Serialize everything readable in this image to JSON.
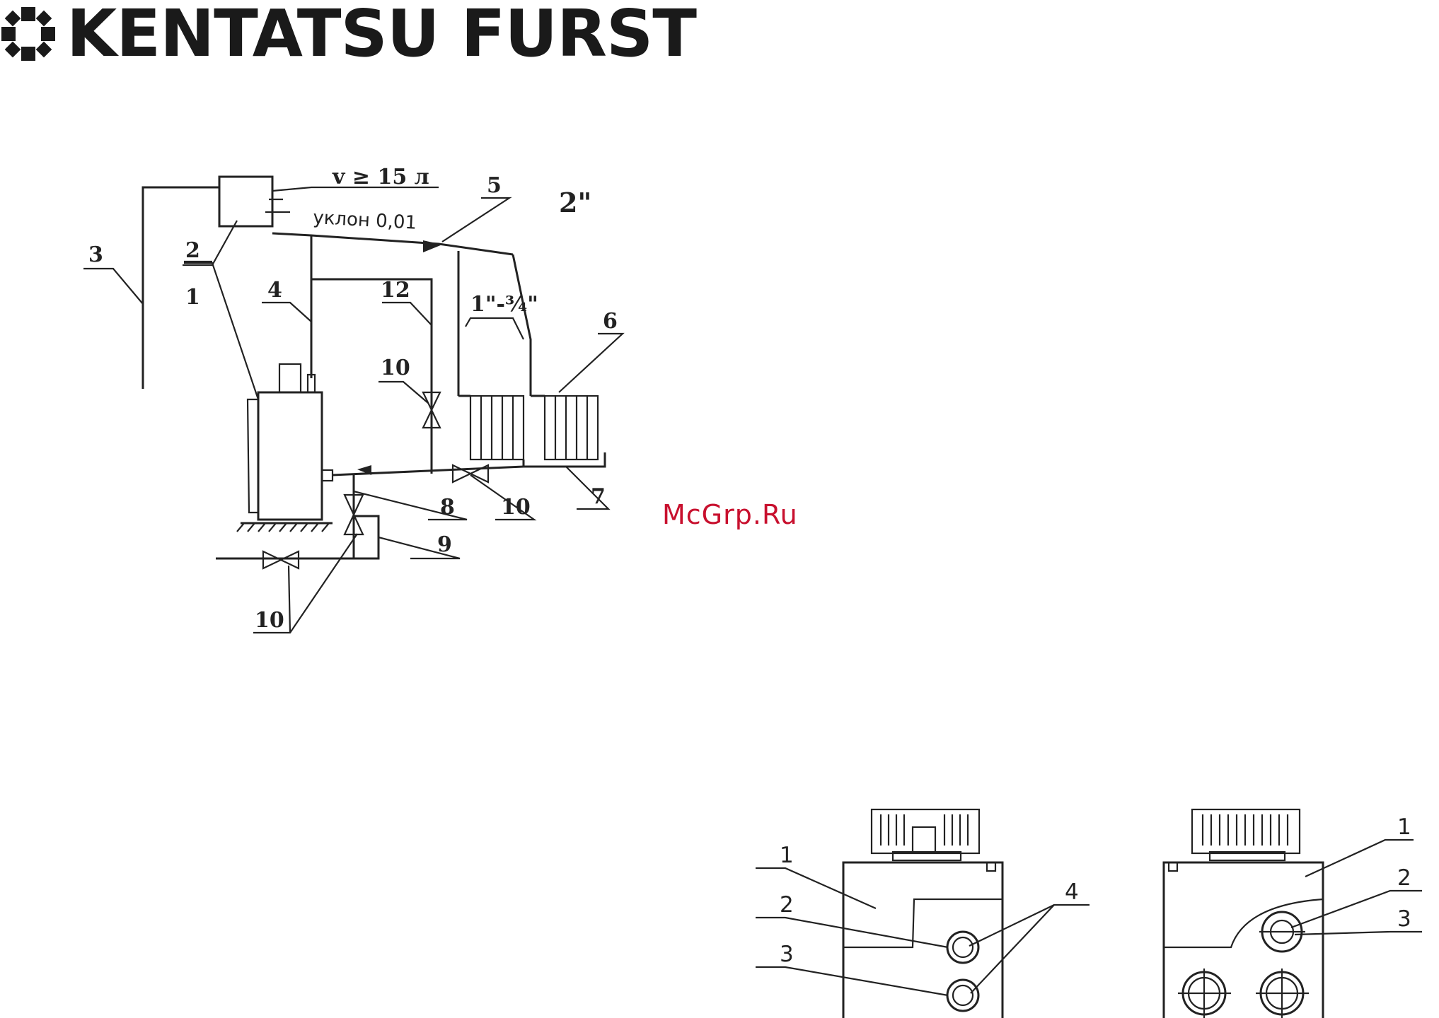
{
  "logo": {
    "text": "KENTATSU FURST",
    "icon": "kentatsu-flower-icon"
  },
  "watermark": {
    "text": "McGrp.Ru",
    "color": "#c8102e"
  },
  "scheme": {
    "volume_label": "v ≥ 15 л",
    "slope_label": "уклон 0,01",
    "pipe_main": "2\"",
    "pipe_branch": "1\"-¾\"",
    "labels": {
      "boiler": "1",
      "tank": "2",
      "chimney": "3",
      "riser": "4",
      "collector": "5",
      "radiator": "6",
      "return": "7",
      "filter": "8",
      "drain": "9",
      "valve_a": "10",
      "valve_b": "10",
      "valve_c": "10",
      "bypass": "12"
    }
  },
  "front_view": {
    "labels": {
      "body": "1",
      "outlet": "2",
      "inlet": "3",
      "fittings": "4"
    }
  },
  "back_view": {
    "labels": {
      "body": "1",
      "outlet": "2",
      "inlet": "3"
    }
  }
}
